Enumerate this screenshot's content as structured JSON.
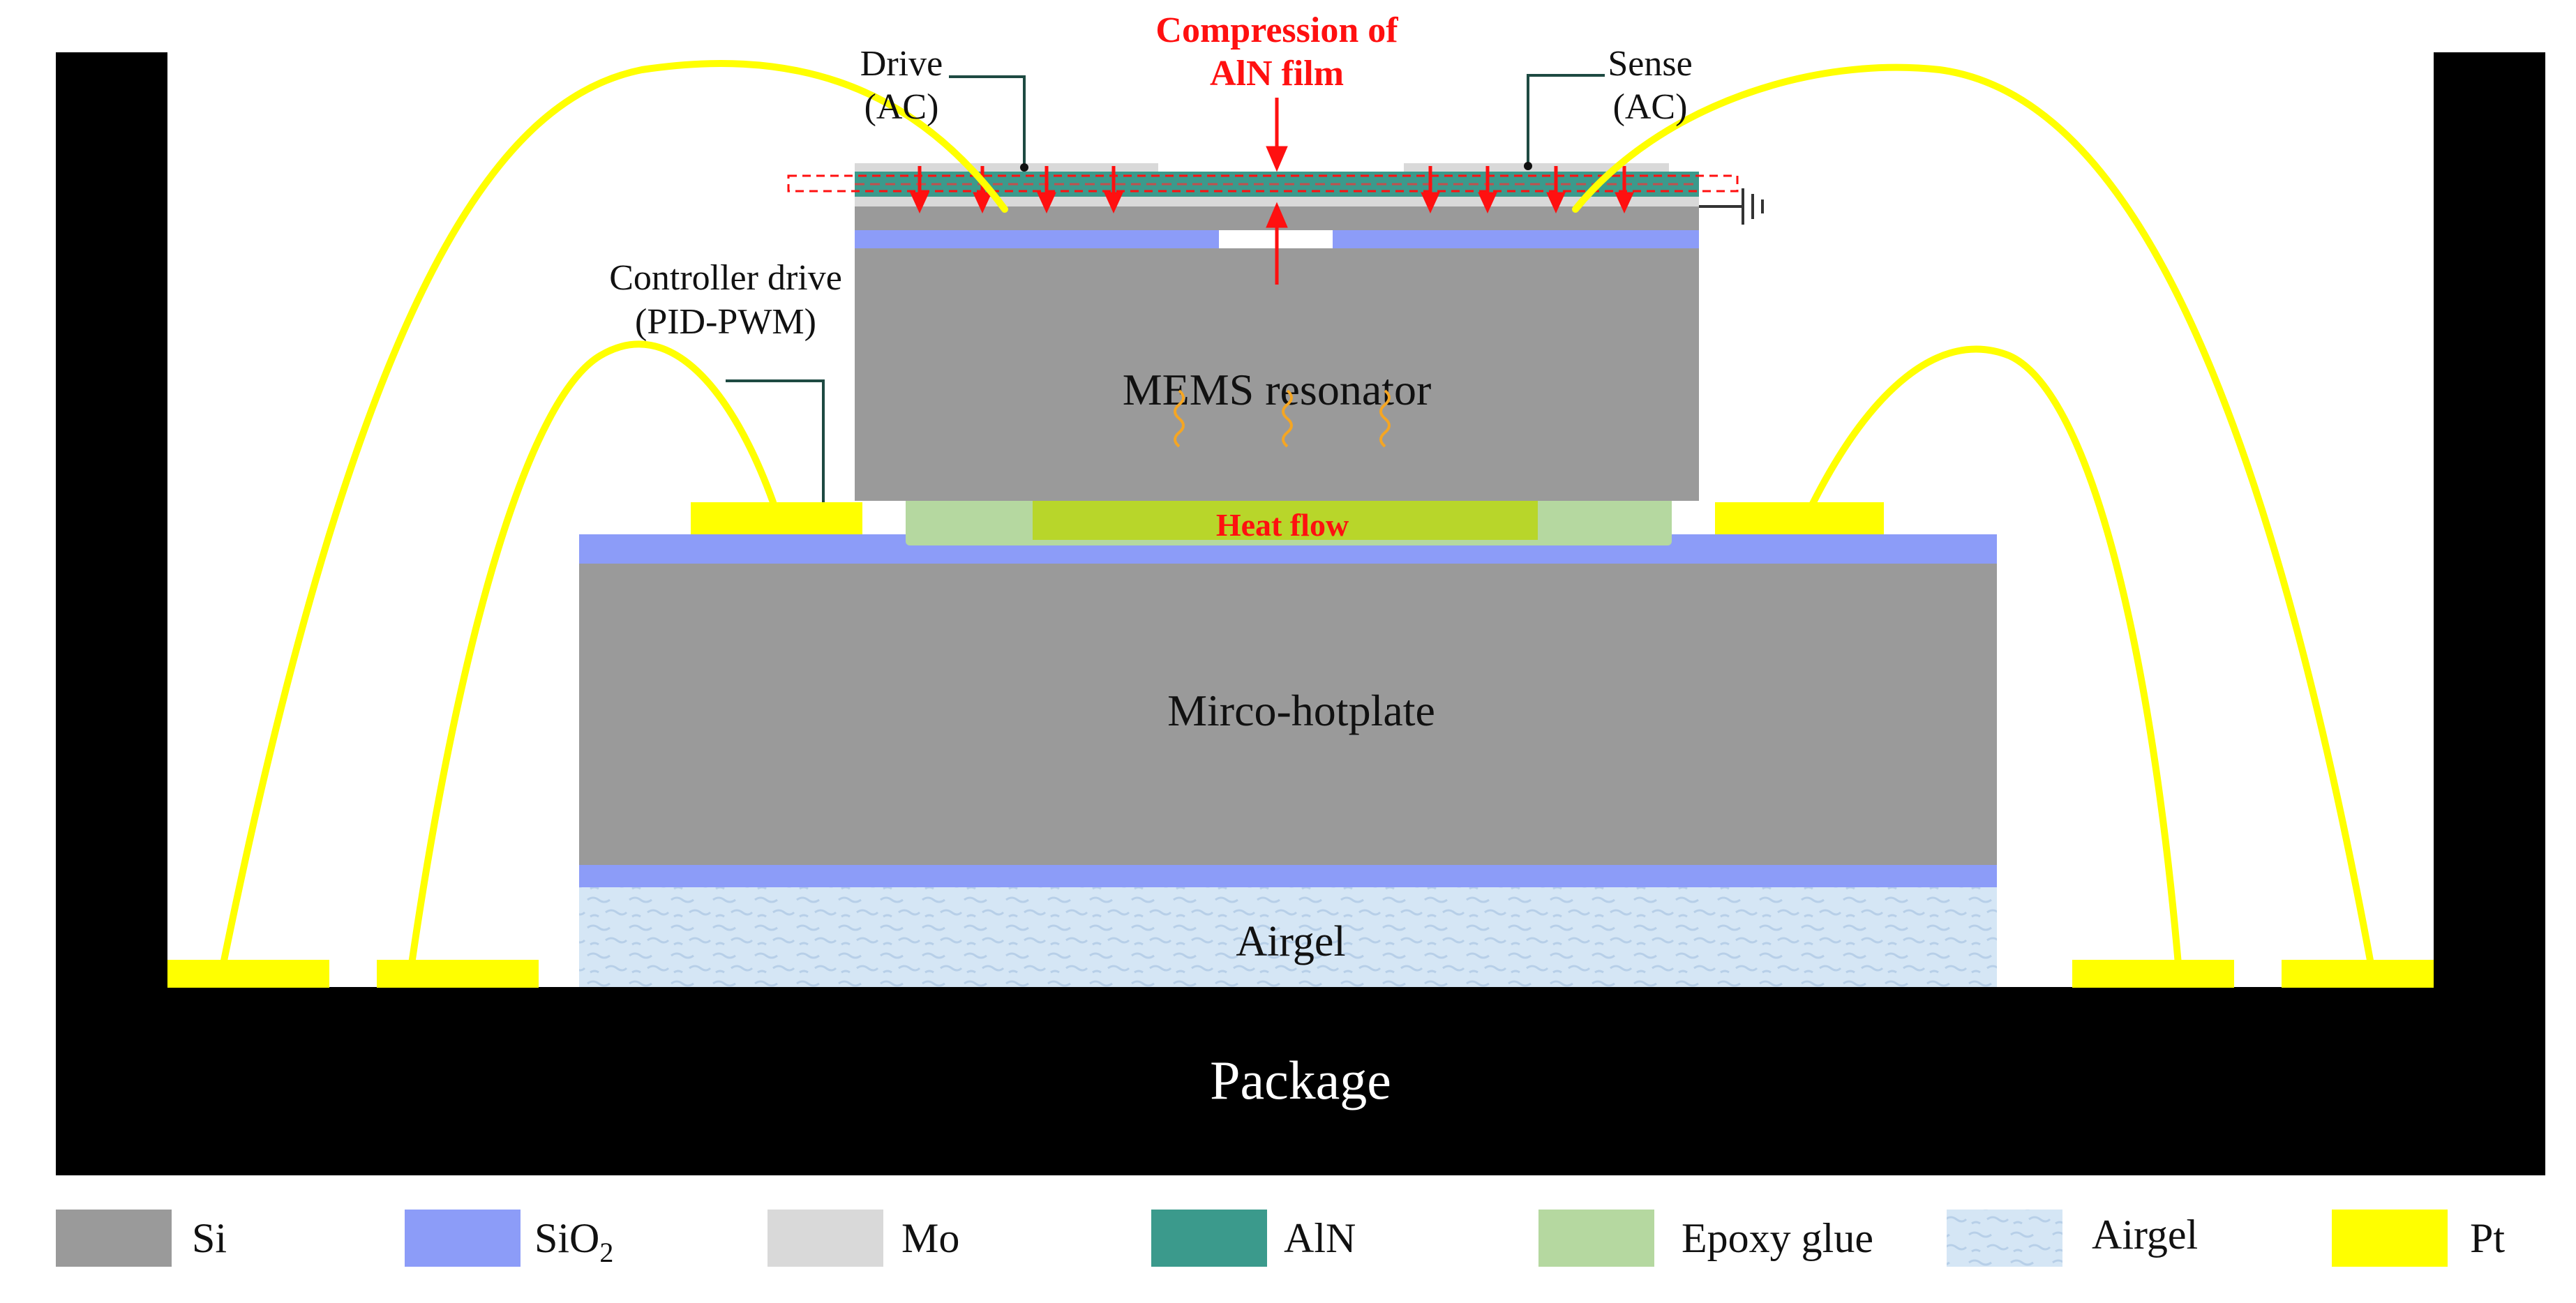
{
  "labels": {
    "drive": "Drive",
    "drive_ac": "(AC)",
    "sense": "Sense",
    "sense_ac": "(AC)",
    "compression_line1": "Compression of",
    "compression_line2": "AlN  film",
    "controller_line1": "Controller drive",
    "controller_line2": "(PID-PWM)",
    "mems_resonator": "MEMS resonator",
    "heat_flow": "Heat flow",
    "micro_hotplate": "Mirco-hotplate",
    "airgel": "Airgel",
    "package": "Package"
  },
  "legend": [
    {
      "key": "si",
      "label": "Si",
      "color": "#9a9a9a"
    },
    {
      "key": "sio2",
      "label": "SiO",
      "sub": "2",
      "color": "#8c9cf8"
    },
    {
      "key": "mo",
      "label": "Mo",
      "color": "#d9d9d9"
    },
    {
      "key": "aln",
      "label": "AlN",
      "color": "#3b9a8c"
    },
    {
      "key": "epoxy",
      "label": "Epoxy glue",
      "color": "#b5d8a0"
    },
    {
      "key": "airgel",
      "label": "Airgel",
      "color": "#d5e6f5"
    },
    {
      "key": "pt",
      "label": "Pt",
      "color": "#ffff00"
    }
  ],
  "colors": {
    "package": "#000000",
    "si": "#9a9a9a",
    "sio2": "#8c9cf8",
    "mo": "#d9d9d9",
    "aln": "#3b9a8c",
    "epoxy": "#b5d8a0",
    "epoxy_dark": "#b8d62a",
    "airgel": "#d5e6f5",
    "pt": "#ffff00",
    "wire": "#ffff00",
    "arrow_red": "#ff1010",
    "heat_wave": "#f5a623"
  }
}
